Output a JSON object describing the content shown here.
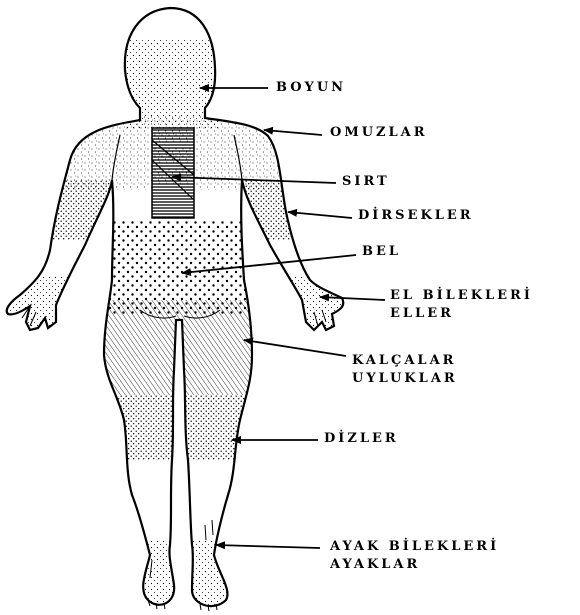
{
  "labels": {
    "neck": "BOYUN",
    "shoulders": "OMUZLAR",
    "upper_back": "SIRT",
    "elbows": "DİRSEKLER",
    "lower_back": "BEL",
    "wrists": "EL BİLEKLERİ",
    "hands": "ELLER",
    "hips": "KALÇALAR",
    "thighs": "UYLUKLAR",
    "knees": "DİZLER",
    "ankles": "AYAK BİLEKLERİ",
    "feet": "AYAKLAR"
  },
  "colors": {
    "ink": "#000000",
    "paper": "#ffffff"
  }
}
